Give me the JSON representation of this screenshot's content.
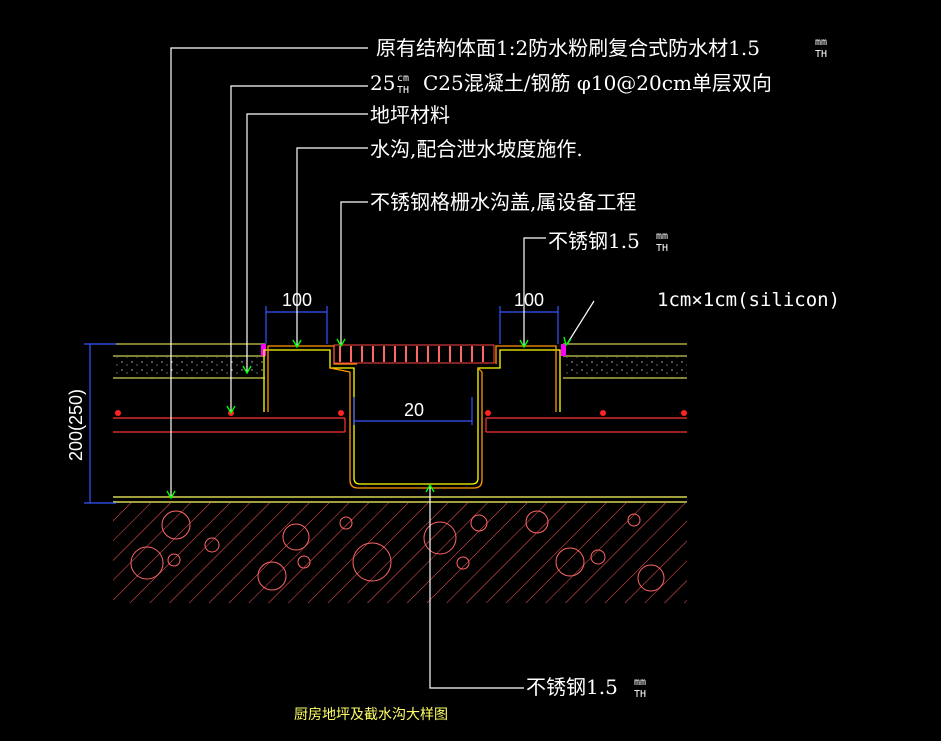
{
  "title": "厨房地坪及截水沟大样图",
  "labels": {
    "l1": "原有结构体面1:2防水粉刷复合式防水材1.5",
    "l1_unit_top": "mm",
    "l1_unit_bottom": "TH",
    "l2_prefix": "25",
    "l2_unit_top": "cm",
    "l2_unit_bottom": "TH",
    "l2_text": "C25混凝土/钢筋 φ10@20cm单层双向",
    "l3": "地坪材料",
    "l4": "水沟,配合泄水坡度施作.",
    "l5": "不锈钢格栅水沟盖,属设备工程",
    "l6": "不锈钢1.5",
    "l6_unit_top": "mm",
    "l6_unit_bottom": "TH",
    "l7": "1cm×1cm(silicon)",
    "l8": "不锈钢1.5",
    "l8_unit_top": "mm",
    "l8_unit_bottom": "TH"
  },
  "dimensions": {
    "left_width": "100",
    "right_width": "100",
    "channel_width": "20",
    "slab_height": "200(250)"
  },
  "colors": {
    "background": "#000000",
    "leader": "#ffffff",
    "arrow": "#00ff00",
    "dimension": "#0000ff",
    "steel": "#ffff00",
    "stainless": "#ff8800",
    "rebar": "#ff0000",
    "sealant": "#ff00ff",
    "earth": "#ff6666",
    "caption": "#ffff66"
  }
}
